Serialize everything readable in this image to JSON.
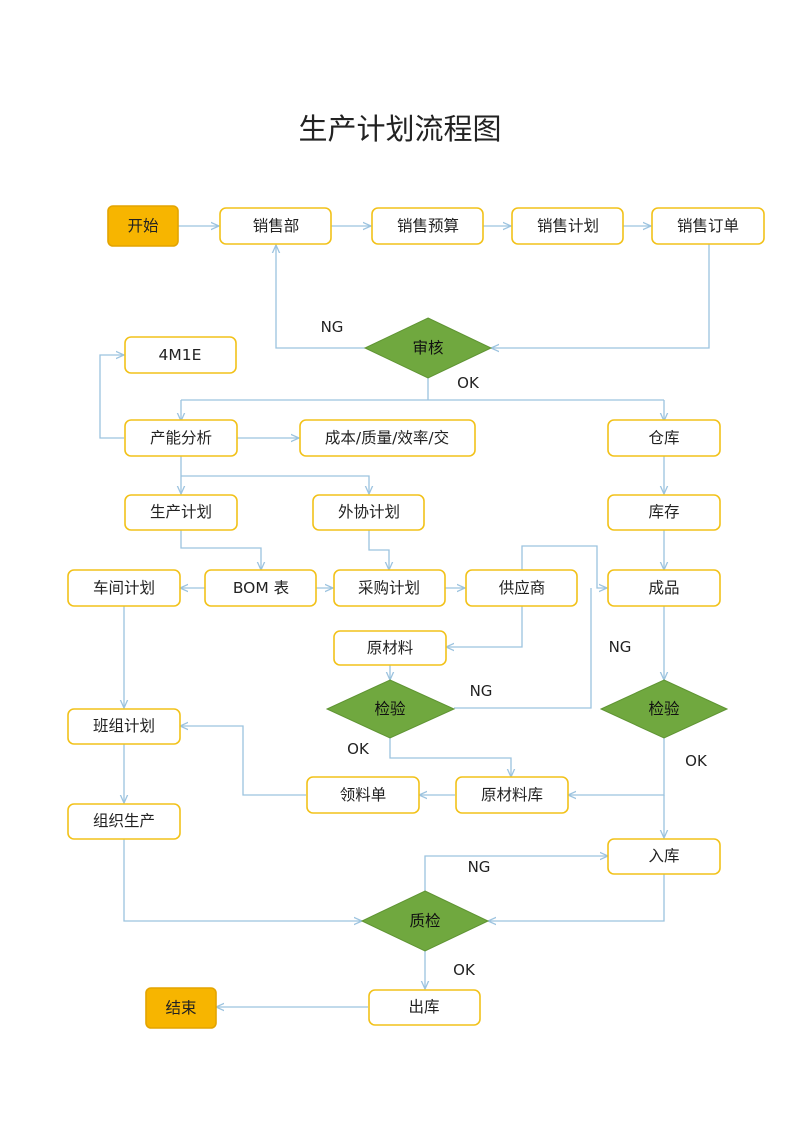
{
  "title": "生产计划流程图",
  "colors": {
    "terminal": "#f7b500",
    "process_border": "#f2c21a",
    "decision": "#70a83f",
    "connector": "#9cc3df"
  },
  "nodes": {
    "start": "开始",
    "sales_dept": "销售部",
    "sales_budget": "销售预算",
    "sales_plan": "销售计划",
    "sales_order": "销售订单",
    "review": "审核",
    "m4e1": "4M1E",
    "capacity_analysis": "产能分析",
    "cost_quality": "成本/质量/效率/交",
    "warehouse": "仓库",
    "production_plan": "生产计划",
    "outsource_plan": "外协计划",
    "inventory": "库存",
    "workshop_plan": "车间计划",
    "bom": "BOM 表",
    "purchase_plan": "采购计划",
    "supplier": "供应商",
    "finished_goods": "成品",
    "raw_material": "原材料",
    "inspect_raw": "检验",
    "inspect_finished": "检验",
    "team_plan": "班组计划",
    "material_requisition": "领料单",
    "raw_material_store": "原材料库",
    "organize_production": "组织生产",
    "warehousing": "入库",
    "quality_check": "质检",
    "end": "结束",
    "outbound": "出库"
  },
  "edge_labels": {
    "review_ng": "NG",
    "review_ok": "OK",
    "finished_ng": "NG",
    "raw_ng": "NG",
    "raw_ok": "OK",
    "finished_ok": "OK",
    "qc_ng": "NG",
    "qc_ok": "OK"
  }
}
